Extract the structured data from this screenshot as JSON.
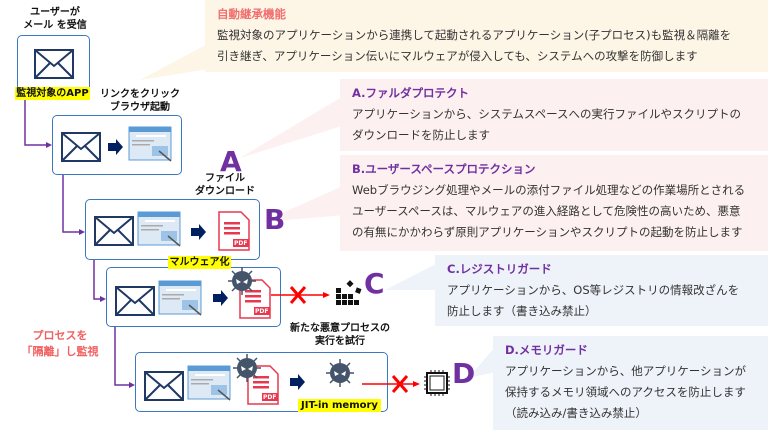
{
  "auto_inherit": {
    "title": "自動継承機能",
    "lines": [
      "監視対象のアプリケーションから連携して起動されるアプリケーション(子プロセス)も監視＆隔離を",
      "引き継ぎ、アプリケーション伝いにマルウェアが侵入しても、システムへの攻撃を防御します"
    ]
  },
  "panels": {
    "a": {
      "title": "A.ファルダプロテクト",
      "lines": [
        "アプリケーションから、システムスペースへの実行ファイルやスクリプトの",
        "ダウンロードを防止します"
      ]
    },
    "b": {
      "title": "B.ユーザースペースプロテクション",
      "lines": [
        "Webブラウジング処理やメールの添付ファイル処理などの作業場所とされる",
        "ユーザースペースは、マルウェアの進入経路として危険性の高いため、悪意",
        "の有無にかかわらず原則アプリケーションやスクリプトの起動を防止します"
      ]
    },
    "c": {
      "title": "C.レジストリガード",
      "lines": [
        "アプリケーションから、OS等レジストリの情報改ざんを",
        "防止します（書き込み禁止）"
      ]
    },
    "d": {
      "title": "D.メモリガード",
      "lines": [
        "アプリケーションから、他アプリケーションが",
        "保持するメモリ領域へのアクセスを防止します",
        "（読み込み/書き込み禁止）"
      ]
    }
  },
  "flow": {
    "step1": [
      "ユーザーが",
      "メール を受信"
    ],
    "app_label": "監視対象のAPP",
    "step2": [
      "リンクをクリック",
      "ブラウザ起動"
    ],
    "step3": [
      "ファイル",
      "ダウンロード"
    ],
    "malware_label": "マルウェア化",
    "step5": [
      "新たな悪意プロセスの",
      "実行を試行"
    ],
    "jit_label": "JIT-in memory",
    "isolate": [
      "プロセスを",
      "「隔離」し監視"
    ],
    "letters": {
      "a": "A",
      "b": "B",
      "c": "C",
      "d": "D"
    },
    "pdf": "PDF"
  },
  "colors": {
    "accent": "#7030a0",
    "box": "#3b78c2",
    "highlight": "#ffff00",
    "block": "#ff0000",
    "auto_title": "#f07070"
  }
}
